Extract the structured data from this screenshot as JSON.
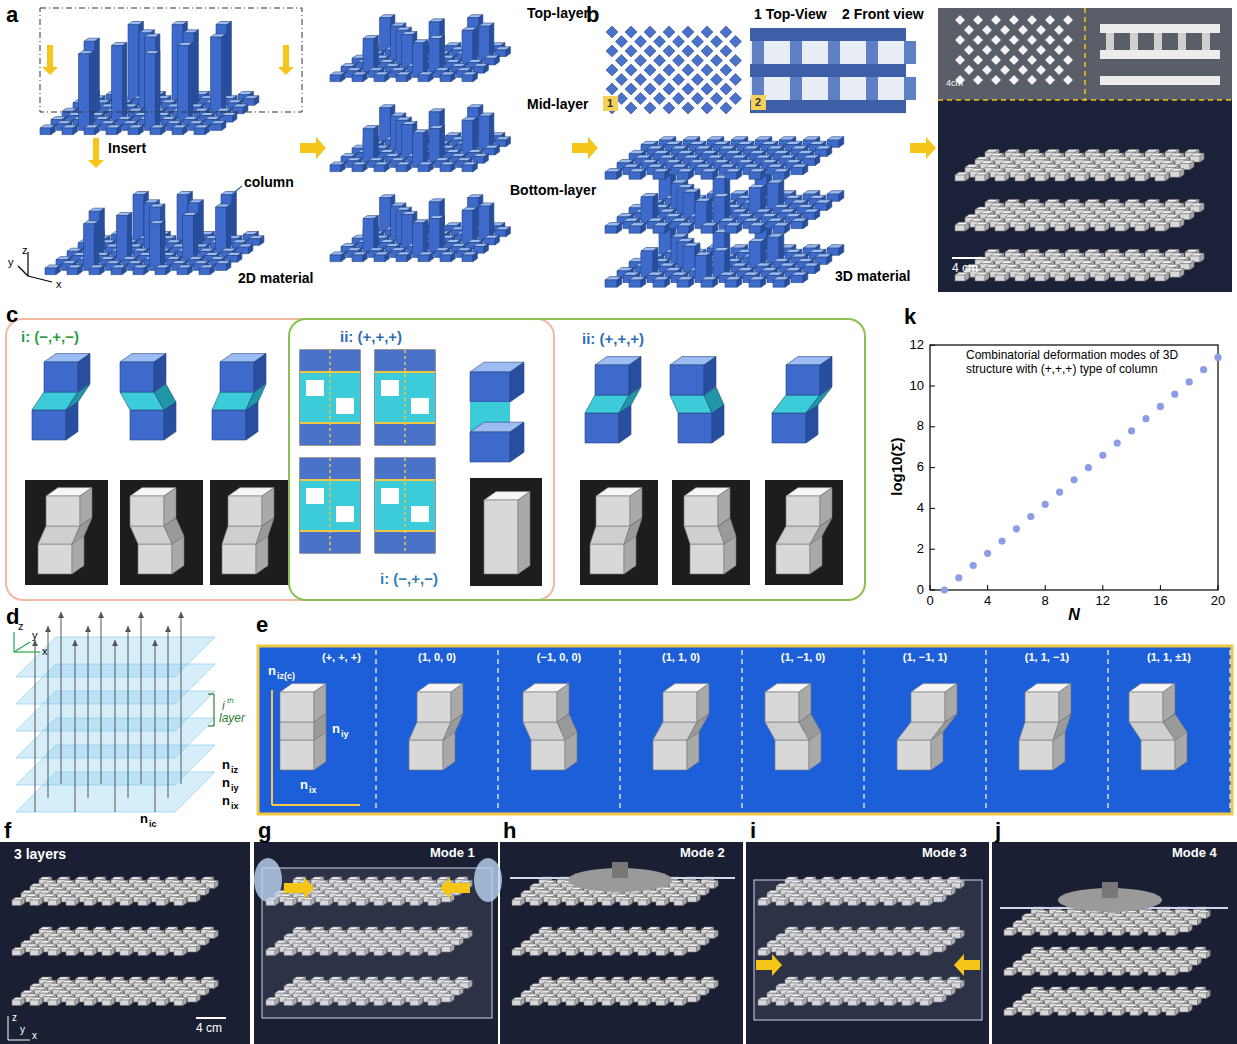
{
  "diagram": {
    "nodes": [
      {
        "text": [
          "1"
        ]
      },
      {
        "text": [
          "2"
        ]
      },
      {
        "text": [
          "i: (−,+,−)"
        ]
      },
      {
        "text": [
          "ii: (+,+,+)",
          "i: (−,+,−)",
          "ii: (+,+,+)"
        ]
      }
    ],
    "labels": [
      "a",
      "Top-layer",
      "Mid-layer",
      "Bottom-layer",
      "Insert",
      "column",
      "2D material",
      "z",
      "y",
      "x",
      "b",
      "1 Top-View",
      "2 Front view",
      "3D material",
      "4cm",
      "4 cm",
      "c",
      "k",
      "Combinatorial deformation modes of 3D structure with (+,+,+) type of column",
      "log10(Σ)",
      "N",
      "0",
      "2",
      "4",
      "6",
      "8",
      "10",
      "12",
      "0",
      "4",
      "8",
      "12",
      "16",
      "20",
      "d",
      "z",
      "y",
      "x",
      "i",
      "th",
      "layer",
      "n",
      "iz",
      "n",
      "iy",
      "n",
      "ix",
      "n",
      "ic",
      "e",
      "n",
      "iz(c)",
      "(+, +, +)",
      "n",
      "iy",
      "n",
      "ix",
      "(1, 0, 0)",
      "(−1, 0, 0)",
      "(1, 1, 0)",
      "(1, −1, 0)",
      "(1, −1, 1)",
      "(1, 1, −1)",
      "(1, 1, ±1)",
      "f",
      "3 layers",
      "4 cm",
      "z",
      "y",
      "x",
      "g",
      "Mode 1",
      "h",
      "Mode 2",
      "i",
      "Mode 3",
      "j",
      "Mode 4"
    ]
  }
}
